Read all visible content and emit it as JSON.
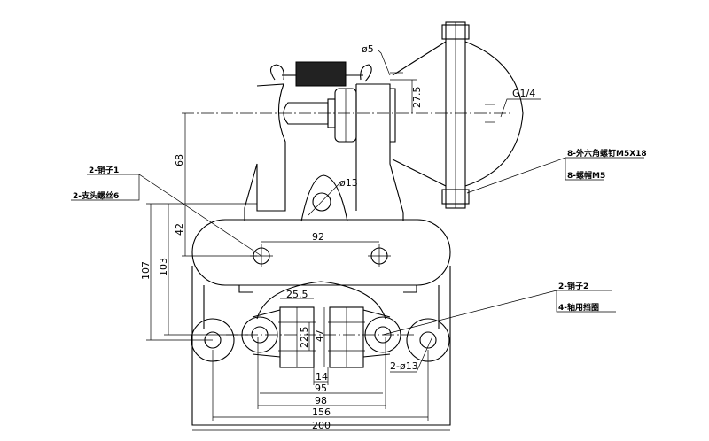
{
  "labels": {
    "pin1": "2-销子1",
    "set_screw": "2-支头螺丝6",
    "hex_bolt": "8-外六角螺钉M5X18",
    "nut": "8-螺帽M5",
    "pin2": "2-销子2",
    "retaining_ring": "4-轴用挡圈"
  },
  "dimensions": {
    "d5": "ø5",
    "d27_5": "27.5",
    "g14": "G1/4",
    "d68": "68",
    "d13_top": "ø13",
    "d42": "42",
    "d92": "92",
    "d107": "107",
    "d103": "103",
    "d25_5": "25.5",
    "d22_5": "22.5",
    "d47": "47",
    "d14": "14",
    "d95": "95",
    "d98": "98",
    "d156": "156",
    "d200": "200",
    "d2x13": "2-ø13"
  }
}
